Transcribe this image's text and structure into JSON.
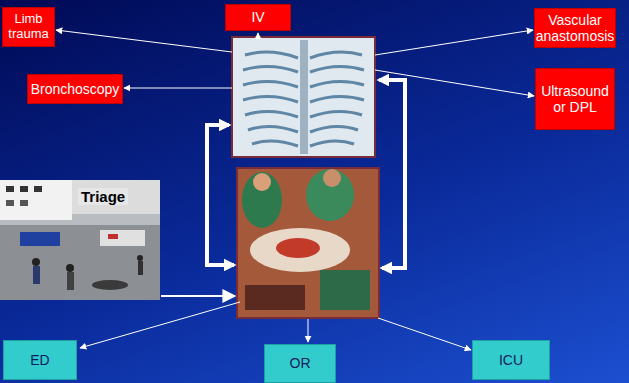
{
  "diagram": {
    "nodes": [
      {
        "text": [
          "Limb trauma"
        ]
      },
      {
        "text": [
          "IV"
        ]
      },
      {
        "text": [
          "Vascular anastomosis"
        ]
      },
      {
        "text": [
          "Bronchoscopy"
        ]
      },
      {
        "text": [
          "Ultrasound or DPL"
        ]
      },
      {
        "text": [
          "Triage"
        ]
      },
      {
        "text": [
          "ED"
        ]
      },
      {
        "text": [
          "OR"
        ]
      },
      {
        "text": [
          "ICU"
        ]
      }
    ]
  }
}
